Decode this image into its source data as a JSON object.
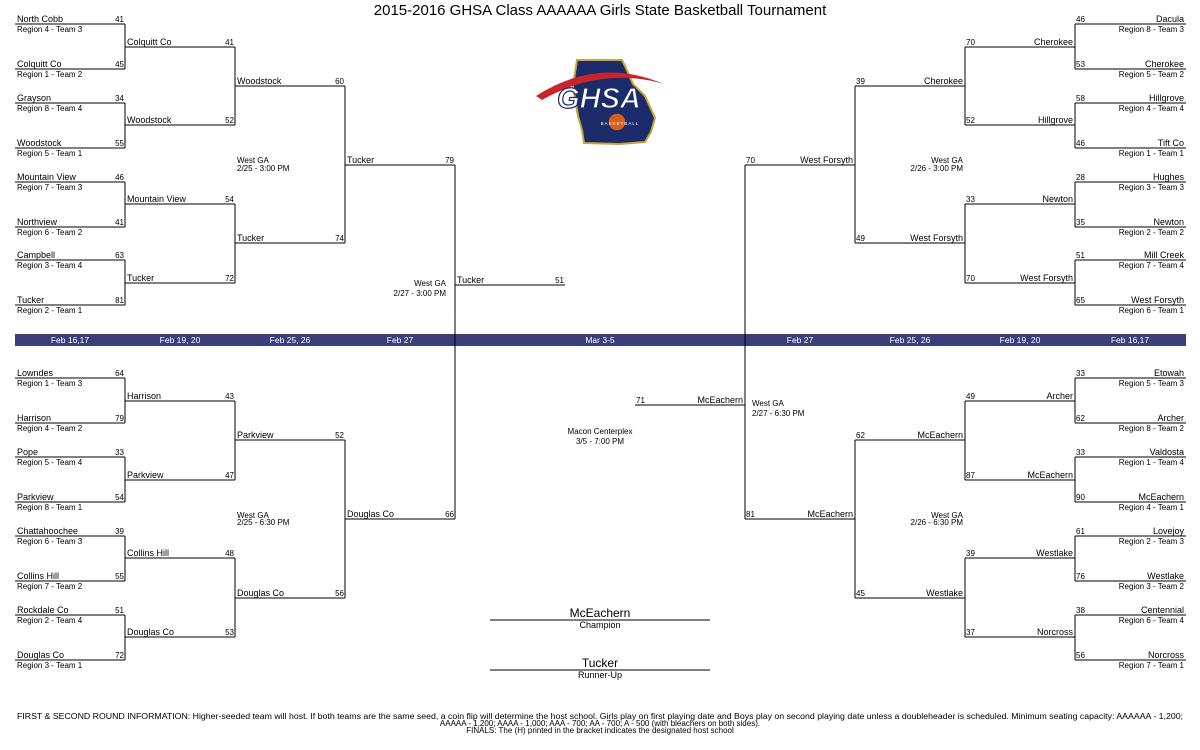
{
  "title": "2015-2016 GHSA Class AAAAAA Girls State Basketball Tournament",
  "logo": {
    "text": "GHSA",
    "subtext": "BASKETBALL",
    "colors": {
      "navy": "#1c2c6b",
      "gold": "#c9a437",
      "red": "#c8242b",
      "ball": "#d2601a"
    }
  },
  "colors": {
    "band": "#3a3f7a",
    "line": "#000000"
  },
  "round_dates": {
    "left": [
      "Feb 16,17",
      "Feb 19, 20",
      "Feb 25, 26",
      "Feb 27"
    ],
    "center": "Mar 3-5",
    "right": [
      "Feb 27",
      "Feb 25, 26",
      "Feb 19, 20",
      "Feb 16,17"
    ]
  },
  "left_r1": [
    {
      "team": "North Cobb",
      "score": "41",
      "seed": "Region 4 - Team 3"
    },
    {
      "team": "Colquitt Co",
      "score": "45",
      "seed": "Region 1 - Team 2"
    },
    {
      "team": "Grayson",
      "score": "34",
      "seed": "Region 8 - Team 4"
    },
    {
      "team": "Woodstock",
      "score": "55",
      "seed": "Region 5 - Team 1"
    },
    {
      "team": "Mountain View",
      "score": "46",
      "seed": "Region 7 - Team 3"
    },
    {
      "team": "Northview",
      "score": "41",
      "seed": "Region 6 - Team 2"
    },
    {
      "team": "Campbell",
      "score": "63",
      "seed": "Region 3 - Team 4"
    },
    {
      "team": "Tucker",
      "score": "81",
      "seed": "Region 2 - Team 1"
    },
    {
      "team": "Lowndes",
      "score": "64",
      "seed": "Region 1 - Team 3"
    },
    {
      "team": "Harrison",
      "score": "79",
      "seed": "Region 4 - Team 2"
    },
    {
      "team": "Pope",
      "score": "33",
      "seed": "Region 5 - Team 4"
    },
    {
      "team": "Parkview",
      "score": "54",
      "seed": "Region 8 - Team 1"
    },
    {
      "team": "Chattahoochee",
      "score": "39",
      "seed": "Region 6 - Team 3"
    },
    {
      "team": "Collins Hill",
      "score": "55",
      "seed": "Region 7 - Team 2"
    },
    {
      "team": "Rockdale Co",
      "score": "51",
      "seed": "Region 2 - Team 4"
    },
    {
      "team": "Douglas Co",
      "score": "72",
      "seed": "Region 3 - Team 1"
    }
  ],
  "left_r2": [
    {
      "team": "Colquitt Co",
      "score": "41"
    },
    {
      "team": "Woodstock",
      "score": "52"
    },
    {
      "team": "Mountain View",
      "score": "54"
    },
    {
      "team": "Tucker",
      "score": "72"
    },
    {
      "team": "Harrison",
      "score": "43"
    },
    {
      "team": "Parkview",
      "score": "47"
    },
    {
      "team": "Collins Hill",
      "score": "48"
    },
    {
      "team": "Douglas Co",
      "score": "53"
    }
  ],
  "left_r3": [
    {
      "team": "Woodstock",
      "score": "60"
    },
    {
      "team": "Tucker",
      "score": "74"
    },
    {
      "team": "Parkview",
      "score": "52"
    },
    {
      "team": "Douglas Co",
      "score": "56"
    }
  ],
  "left_r4": [
    {
      "team": "Tucker",
      "score": "79"
    },
    {
      "team": "Douglas Co",
      "score": "66"
    }
  ],
  "left_final": {
    "team": "Tucker",
    "score": "51"
  },
  "right_r1": [
    {
      "team": "Dacula",
      "score": "46",
      "seed": "Region 8 - Team 3"
    },
    {
      "team": "Cherokee",
      "score": "53",
      "seed": "Region 5 - Team 2"
    },
    {
      "team": "Hillgrove",
      "score": "58",
      "seed": "Region 4 - Team 4"
    },
    {
      "team": "Tift Co",
      "score": "46",
      "seed": "Region 1 - Team 1"
    },
    {
      "team": "Hughes",
      "score": "28",
      "seed": "Region 3 - Team 3"
    },
    {
      "team": "Newton",
      "score": "35",
      "seed": "Region 2 - Team 2"
    },
    {
      "team": "Mill Creek",
      "score": "51",
      "seed": "Region 7 - Team 4"
    },
    {
      "team": "West Forsyth",
      "score": "65",
      "seed": "Region 6 - Team 1"
    },
    {
      "team": "Etowah",
      "score": "33",
      "seed": "Region 5 - Team 3"
    },
    {
      "team": "Archer",
      "score": "62",
      "seed": "Region 8 - Team 2"
    },
    {
      "team": "Valdosta",
      "score": "33",
      "seed": "Region 1 - Team 4"
    },
    {
      "team": "McEachern",
      "score": "90",
      "seed": "Region 4 - Team 1"
    },
    {
      "team": "Lovejoy",
      "score": "61",
      "seed": "Region 2 - Team 3"
    },
    {
      "team": "Westlake",
      "score": "76",
      "seed": "Region 3 - Team 2"
    },
    {
      "team": "Centennial",
      "score": "38",
      "seed": "Region 6 - Team 4"
    },
    {
      "team": "Norcross",
      "score": "56",
      "seed": "Region 7 - Team 1"
    }
  ],
  "right_r2": [
    {
      "team": "Cherokee",
      "score": "70"
    },
    {
      "team": "Hillgrove",
      "score": "52"
    },
    {
      "team": "Newton",
      "score": "33"
    },
    {
      "team": "West Forsyth",
      "score": "70"
    },
    {
      "team": "Archer",
      "score": "49"
    },
    {
      "team": "McEachern",
      "score": "87"
    },
    {
      "team": "Westlake",
      "score": "39"
    },
    {
      "team": "Norcross",
      "score": "37"
    }
  ],
  "right_r3": [
    {
      "team": "Cherokee",
      "score": "39"
    },
    {
      "team": "West Forsyth",
      "score": "49"
    },
    {
      "team": "McEachern",
      "score": "62"
    },
    {
      "team": "Westlake",
      "score": "45"
    }
  ],
  "right_r4": [
    {
      "team": "West Forsyth",
      "score": "70"
    },
    {
      "team": "McEachern",
      "score": "81"
    }
  ],
  "right_final": {
    "team": "McEachern",
    "score": "71"
  },
  "venues": {
    "left_top": {
      "site": "West GA",
      "date": "2/25 - 3:00 PM"
    },
    "left_bottom": {
      "site": "West GA",
      "date": "2/25 - 6:30 PM"
    },
    "left_semi": {
      "site": "West GA",
      "date": "2/27 - 3:00 PM"
    },
    "right_top": {
      "site": "West GA",
      "date": "2/26 - 3:00 PM"
    },
    "right_bottom": {
      "site": "West GA",
      "date": "2/26 - 6:30 PM"
    },
    "right_semi": {
      "site": "West GA",
      "date": "2/27 - 6:30 PM"
    },
    "final": {
      "site": "Macon Centerplex",
      "date": "3/5 - 7:00 PM"
    }
  },
  "champion": {
    "team": "McEachern",
    "label": "Champion"
  },
  "runner_up": {
    "team": "Tucker",
    "label": "Runner-Up"
  },
  "footer": {
    "line1": "FIRST & SECOND ROUND INFORMATION: Higher-seeded team will host.  If both teams are the same seed, a coin flip will determine the host school.  Girls play on first playing date and Boys play on second playing date unless a doubleheader is scheduled.  Minimum seating capacity: AAAAAA - 1,200;",
    "line2": "AAAAA - 1,200; AAAA - 1,000; AAA - 700; AA - 700; A - 500 (with bleachers on both sides).",
    "line3": "FINALS: The (H) printed in the bracket indicates the designated host school"
  }
}
